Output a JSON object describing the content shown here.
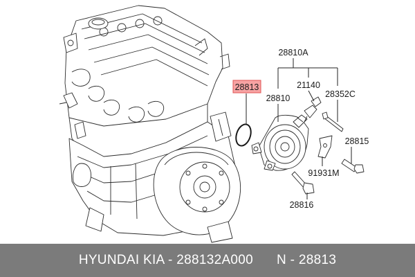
{
  "labels": {
    "assembly": "28810A",
    "highlighted": "28813",
    "pump": "28810",
    "sensor": "21140",
    "pin": "28352C",
    "bolt_short": "28815",
    "bracket": "91931M",
    "bolt_long": "28816"
  },
  "highlight_color": "#f36b6b",
  "footer": {
    "brand_part": "HYUNDAI  KIA - 288132A000",
    "ref": "N - 28813"
  },
  "footer_color": "#7b7b7b"
}
